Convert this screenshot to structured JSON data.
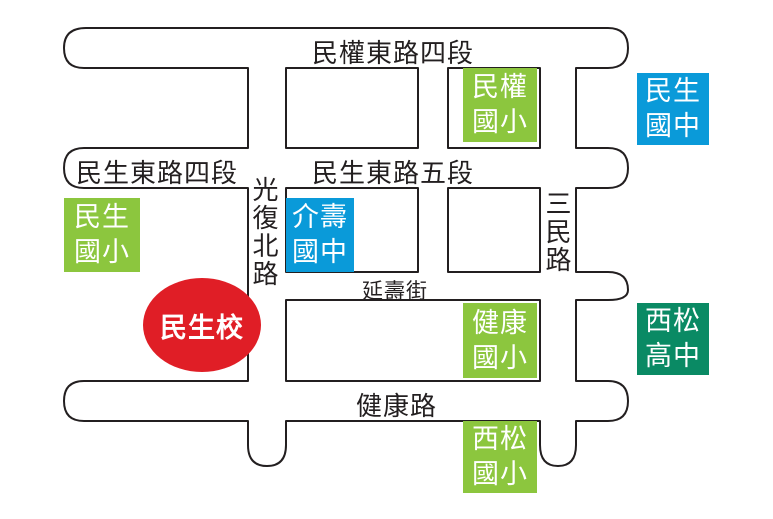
{
  "roads": {
    "minquan_e_rd_sec4": "民權東路四段",
    "minsheng_e_rd_sec4": "民生東路四段",
    "minsheng_e_rd_sec5": "民生東路五段",
    "guangfu_n_rd": "光復北路",
    "yanshou_st": "延壽街",
    "sanmin_rd": "三民路",
    "jiankang_rd": "健康路"
  },
  "schools": {
    "main": {
      "label": "民生校",
      "color": "#e01e26"
    },
    "minquan_elem": {
      "line1": "民權",
      "line2": "國小",
      "color": "#8cc63e"
    },
    "minsheng_jhs": {
      "line1": "民生",
      "line2": "國中",
      "color": "#0a9ad9"
    },
    "minsheng_elem": {
      "line1": "民生",
      "line2": "國小",
      "color": "#8cc63e"
    },
    "jieshou_jhs": {
      "line1": "介壽",
      "line2": "國中",
      "color": "#0a9ad9"
    },
    "jiankang_elem": {
      "line1": "健康",
      "line2": "國小",
      "color": "#8cc63e"
    },
    "songshan_hs": {
      "line1": "西松",
      "line2": "高中",
      "color": "#0a8a64"
    },
    "songshan_elem": {
      "line1": "西松",
      "line2": "國小",
      "color": "#8cc63e"
    }
  }
}
